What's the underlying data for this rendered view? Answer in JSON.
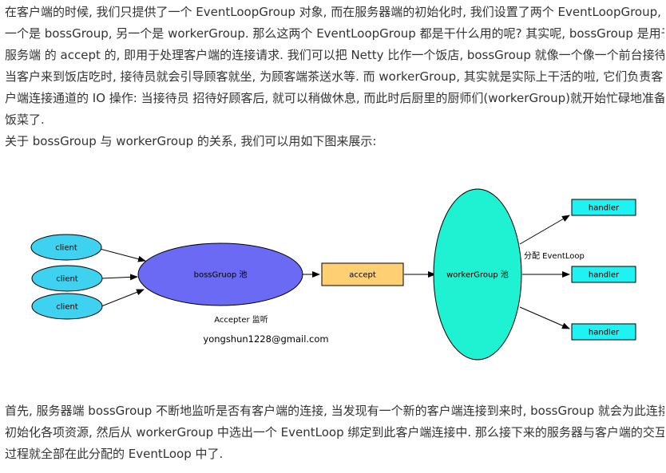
{
  "paragraph1": {
    "lines": [
      "在客户端的时候, 我们只提供了一个 EventLoopGroup 对象, 而在服务器端的初始化时, 我们设置了两个 EventLoopGroup,",
      "一个是 bossGroup, 另一个是 workerGroup. 那么这两个 EventLoopGroup 都是干什么用的呢? 其实呢, bossGroup 是用于",
      "服务端 的 accept 的, 即用于处理客户端的连接请求. 我们可以把 Netty 比作一个饭店, bossGroup 就像一个像一个前台接待,",
      "当客户来到饭店吃时, 接待员就会引导顾客就坐, 为顾客端茶送水等. 而 workerGroup, 其实就是实际上干活的啦, 它们负责客",
      "户端连接通道的 IO 操作: 当接待员 招待好顾客后, 就可以稍做休息, 而此时后厨里的厨师们(workerGroup)就开始忙碌地准备",
      "饭菜了."
    ]
  },
  "paragraph2": {
    "text": "关于 bossGroup 与 workerGroup 的关系, 我们可以用如下图来展示:"
  },
  "diagram": {
    "clients": [
      "client",
      "client",
      "client"
    ],
    "boss_label": "bossGruop 池",
    "accepter_label": "Accepter 监听",
    "email": "yongshun1228@gmail.com",
    "accept_label": "accept",
    "worker_label": "workerGroup 池",
    "assign_label": "分配 EventLoop",
    "handlers": [
      "handler",
      "handler",
      "handler"
    ],
    "colors": {
      "client_fill": "#3fd1f0",
      "boss_fill": "#6a6af5",
      "accept_fill": "#ffcf73",
      "worker_fill": "#1ef2d2",
      "handler_fill": "#1ef2f2"
    }
  },
  "paragraph3": {
    "lines": [
      "首先, 服务器端 bossGroup 不断地监听是否有客户端的连接, 当发现有一个新的客户端连接到来时, bossGroup 就会为此连接",
      "初始化各项资源, 然后从 workerGroup 中选出一个 EventLoop 绑定到此客户端连接中. 那么接下来的服务器与客户端的交互",
      "过程就全部在此分配的 EventLoop 中了."
    ]
  }
}
